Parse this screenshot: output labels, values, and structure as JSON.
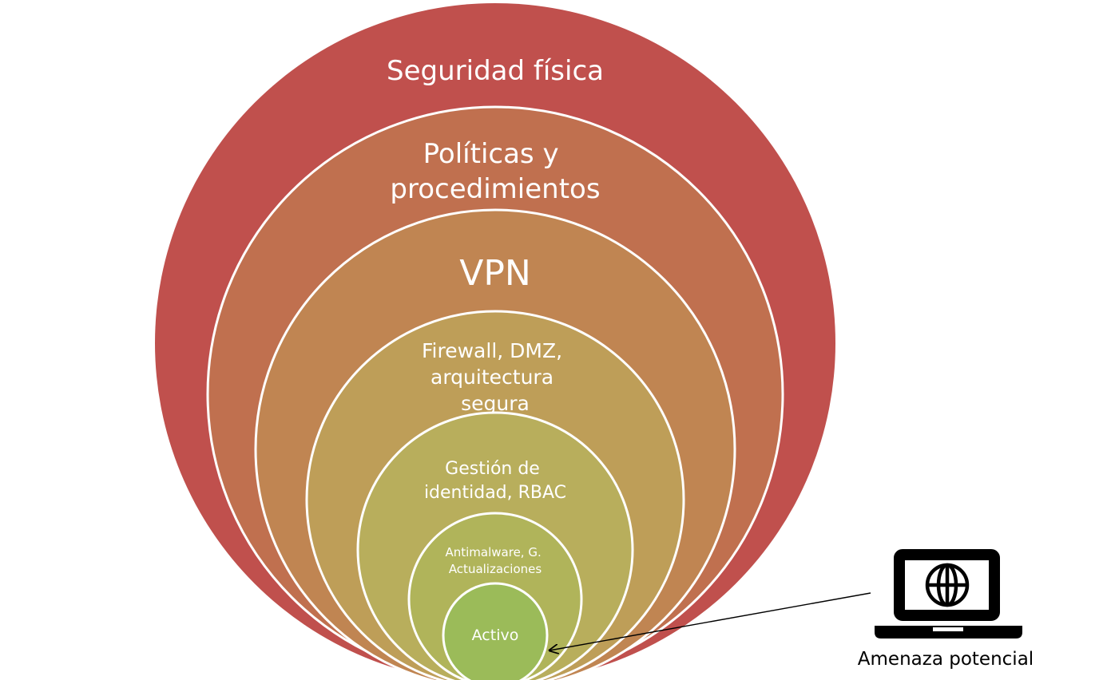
{
  "diagram": {
    "layers": [
      {
        "id": "seguridad-fisica",
        "lines": [
          "Seguridad física"
        ],
        "color": "#c0504d"
      },
      {
        "id": "politicas",
        "lines": [
          "Políticas y",
          "procedimientos"
        ],
        "color": "#c0704f"
      },
      {
        "id": "vpn",
        "lines": [
          "VPN"
        ],
        "color": "#c08552"
      },
      {
        "id": "firewall",
        "lines": [
          "Firewall, DMZ,",
          "arquitectura",
          "segura"
        ],
        "color": "#be9e58"
      },
      {
        "id": "gestion-identidad",
        "lines": [
          "Gestión de",
          "identidad, RBAC"
        ],
        "color": "#b8ae5c"
      },
      {
        "id": "antimalware",
        "lines": [
          "Antimalware, G.",
          "Actualizaciones"
        ],
        "color": "#b0b45a"
      },
      {
        "id": "activo",
        "lines": [
          "Activo"
        ],
        "color": "#9bbb59"
      }
    ],
    "threat": {
      "label": "Amenaza potencial",
      "icon": "laptop-globe-icon"
    }
  }
}
